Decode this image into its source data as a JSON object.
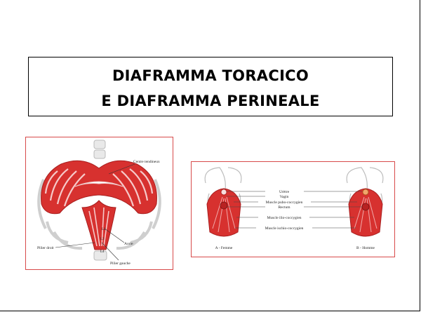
{
  "slide": {
    "title_line1": "DIAFRAMMA TORACICO",
    "title_line2": "E DIAFRAMMA PERINEALE"
  },
  "figure_diaphragm": {
    "labels": {
      "centre_tendineux": "Centre tendineux",
      "l2": "L2",
      "l3": "L3",
      "l4": "L4",
      "aorte": "Aorte",
      "pilier_droit": "Pilier droit",
      "pilier_gauche": "Pilier gauche"
    }
  },
  "figure_pelvic": {
    "labels": {
      "uretre": "Urètre",
      "vagin": "Vagin",
      "pubo": "Muscle pubo-coccygien",
      "rectum": "Rectum",
      "ilio": "Muscle ilio-coccygien",
      "ischio": "Muscle ischio-coccygien",
      "femme": "A - Femme",
      "homme": "B - Homme"
    }
  },
  "colors": {
    "muscle": "#d7312f",
    "muscle_dark": "#a81e1e",
    "frame": "#d84a4a",
    "bone": "#dcdcdc"
  }
}
